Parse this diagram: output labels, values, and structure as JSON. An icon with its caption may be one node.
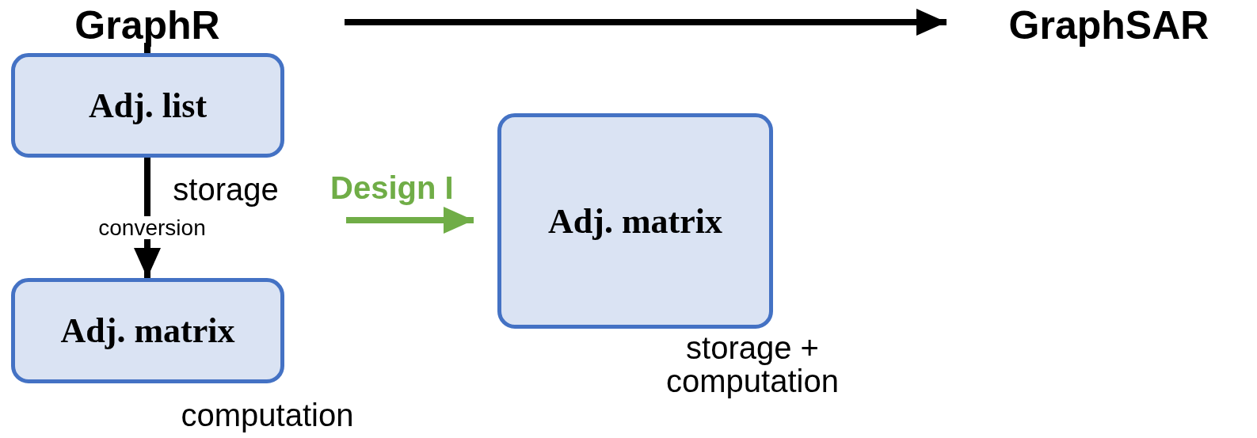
{
  "diagram": {
    "nodes": [
      {
        "text": [
          "GraphR"
        ]
      },
      {
        "text": [
          "GraphSAR"
        ]
      },
      {
        "text": [
          "Adj. list"
        ]
      },
      {
        "text": [
          "Adj. matrix"
        ],
        "beside": [
          "computation"
        ]
      },
      {
        "text": [
          "Adj. matrix"
        ],
        "beside": [
          "storage + computation"
        ]
      }
    ],
    "edges": [
      {
        "from": null,
        "to": 1,
        "arrow": "to"
      },
      {
        "from": 0,
        "to": 2,
        "arrow": "none"
      },
      {
        "from": 2,
        "to": 3,
        "arrow": "to"
      },
      {
        "from": null,
        "to": 4,
        "arrow": "to",
        "label": "Design I",
        "color": "#70ad47"
      }
    ],
    "labels": [
      "storage",
      "conversion"
    ]
  }
}
